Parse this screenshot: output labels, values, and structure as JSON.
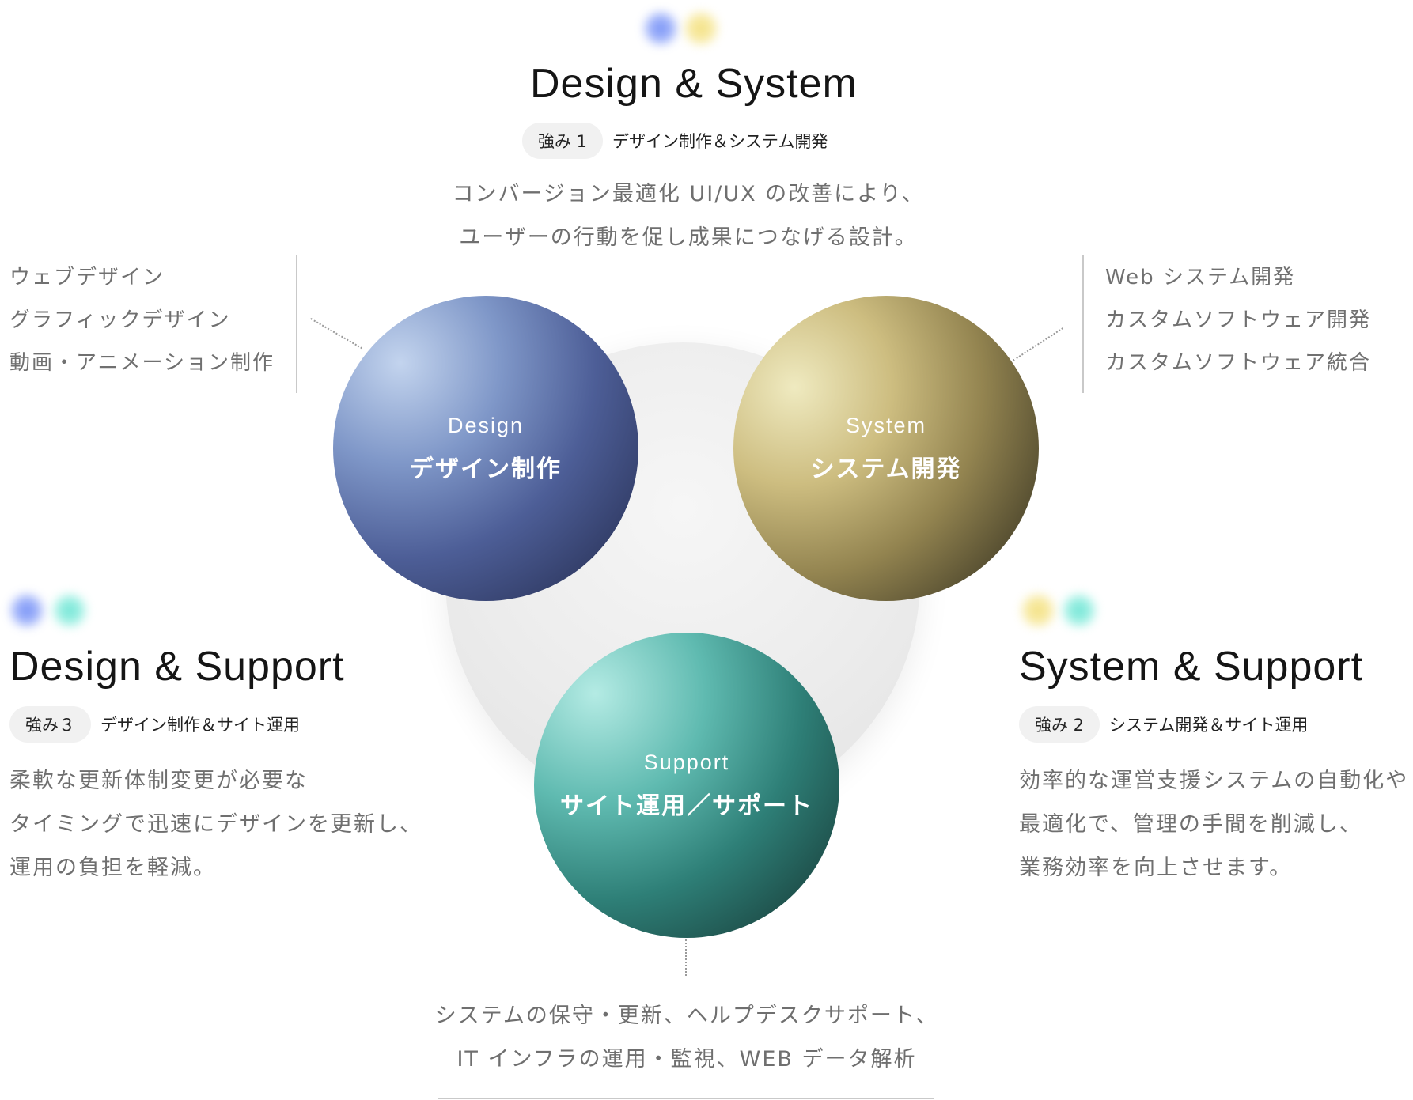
{
  "top": {
    "heading": "Design & System",
    "pill": "強み 1",
    "tag": "デザイン制作＆システム開発",
    "desc_line1": "コンバージョン最適化 UI/UX の改善により、",
    "desc_line2": "ユーザーの行動を促し成果につなげる設計。"
  },
  "left_list": [
    "ウェブデザイン",
    "グラフィックデザイン",
    "動画・アニメーション制作"
  ],
  "right_list": [
    "Web システム開発",
    "カスタムソフトウェア開発",
    "カスタムソフトウェア統合"
  ],
  "spheres": {
    "design": {
      "en": "Design",
      "jp": "デザイン制作"
    },
    "system": {
      "en": "System",
      "jp": "システム開発"
    },
    "support": {
      "en": "Support",
      "jp": "サイト運用／サポート"
    }
  },
  "left": {
    "heading": "Design & Support",
    "pill": "強み３",
    "tag": "デザイン制作＆サイト運用",
    "desc": [
      "柔軟な更新体制変更が必要な",
      "タイミングで迅速にデザインを更新し、",
      "運用の負担を軽減。"
    ]
  },
  "right": {
    "heading": "System & Support",
    "pill": "強み 2",
    "tag": "システム開発＆サイト運用",
    "desc": [
      "効率的な運営支援システムの自動化や",
      "最適化で、管理の手間を削減し、",
      "業務効率を向上させます。"
    ]
  },
  "bottom": {
    "line1": "システムの保守・更新、ヘルプデスクサポート、",
    "line2": "IT インフラの運用・監視、WEB データ解析"
  },
  "colors": {
    "blue": "#7f97c8",
    "gold": "#cdbd80",
    "teal": "#5fbab0"
  }
}
